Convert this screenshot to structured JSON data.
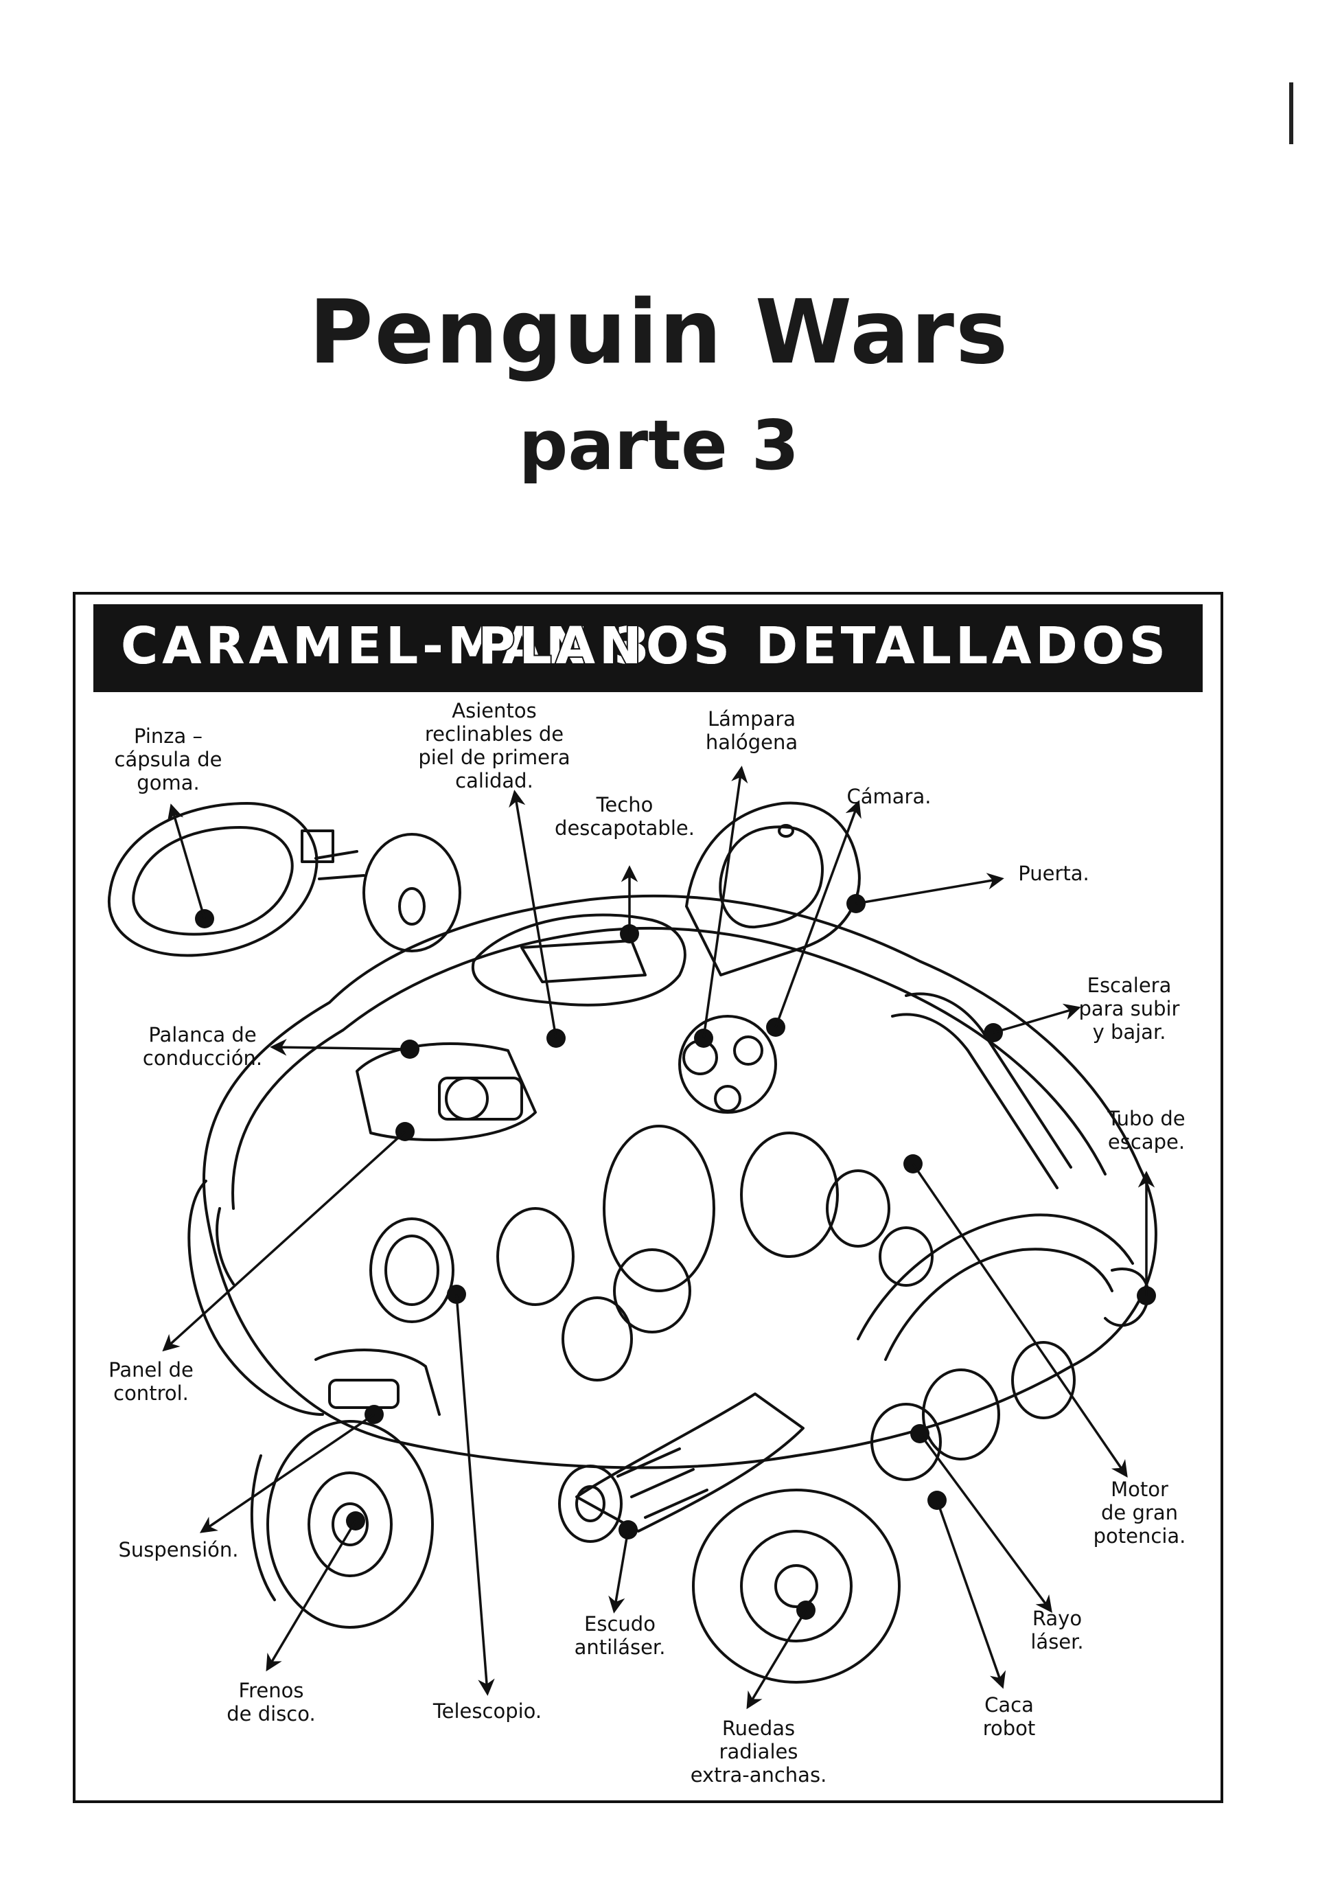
{
  "page": {
    "title": "Penguin Wars",
    "subtitle": "parte 3"
  },
  "banner": {
    "left": "CARAMEL-MAN 3",
    "right": "PLANOS DETALLADOS"
  },
  "labels": {
    "pinza": "Pinza –\ncápsula de\ngoma.",
    "asientos": "Asientos\nreclinables de\npiel de primera\ncalidad.",
    "lampara": "Lámpara\nhalógena",
    "techo": "Techo\ndescapotable.",
    "camara": "Cámara.",
    "puerta": "Puerta.",
    "escalera": "Escalera\npara subir\ny bajar.",
    "palanca": "Palanca de\nconducción.",
    "tubo": "Tubo de\nescape.",
    "panel": "Panel de\ncontrol.",
    "motor": "Motor\nde gran\npotencia.",
    "suspension": "Suspensión.",
    "escudo": "Escudo\nantiláser.",
    "rayo": "Rayo\nláser.",
    "frenos": "Frenos\nde disco.",
    "telescopio": "Telescopio.",
    "ruedas": "Ruedas\nradiales\nextra-anchas.",
    "caca": "Caca\nrobot"
  },
  "colors": {
    "ink": "#111111",
    "banner": "#141414",
    "paper": "#ffffff"
  }
}
